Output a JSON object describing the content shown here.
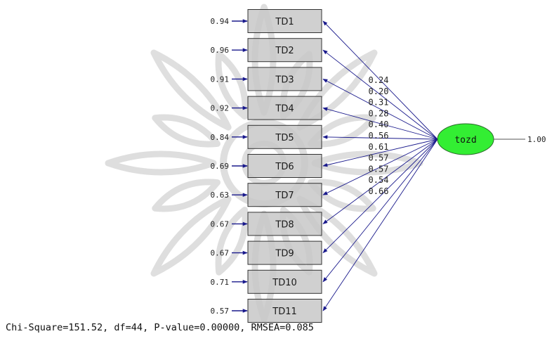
{
  "latent": {
    "name": "tozd",
    "variance": "1.00",
    "fill": "#33ee33"
  },
  "indicators": [
    {
      "name": "TD1",
      "error": "0.94",
      "loading": "0.24"
    },
    {
      "name": "TD2",
      "error": "0.96",
      "loading": "0.20"
    },
    {
      "name": "TD3",
      "error": "0.91",
      "loading": "0.31"
    },
    {
      "name": "TD4",
      "error": "0.92",
      "loading": "0.28"
    },
    {
      "name": "TD5",
      "error": "0.84",
      "loading": "0.40"
    },
    {
      "name": "TD6",
      "error": "0.69",
      "loading": "0.56"
    },
    {
      "name": "TD7",
      "error": "0.63",
      "loading": "0.61"
    },
    {
      "name": "TD8",
      "error": "0.67",
      "loading": "0.57"
    },
    {
      "name": "TD9",
      "error": "0.67",
      "loading": "0.57"
    },
    {
      "name": "TD10",
      "error": "0.71",
      "loading": "0.54"
    },
    {
      "name": "TD11",
      "error": "0.57",
      "loading": "0.66"
    }
  ],
  "fit_statistics": "Chi-Square=151.52, df=44, P-value=0.00000, RMSEA=0.085",
  "colors": {
    "arrow": "#1a1a8c",
    "box_fill": "#c8c8c8",
    "box_stroke": "#333333",
    "watermark": "#c4c4c4"
  },
  "watermark_icon": "ornamental-star-watermark-icon"
}
